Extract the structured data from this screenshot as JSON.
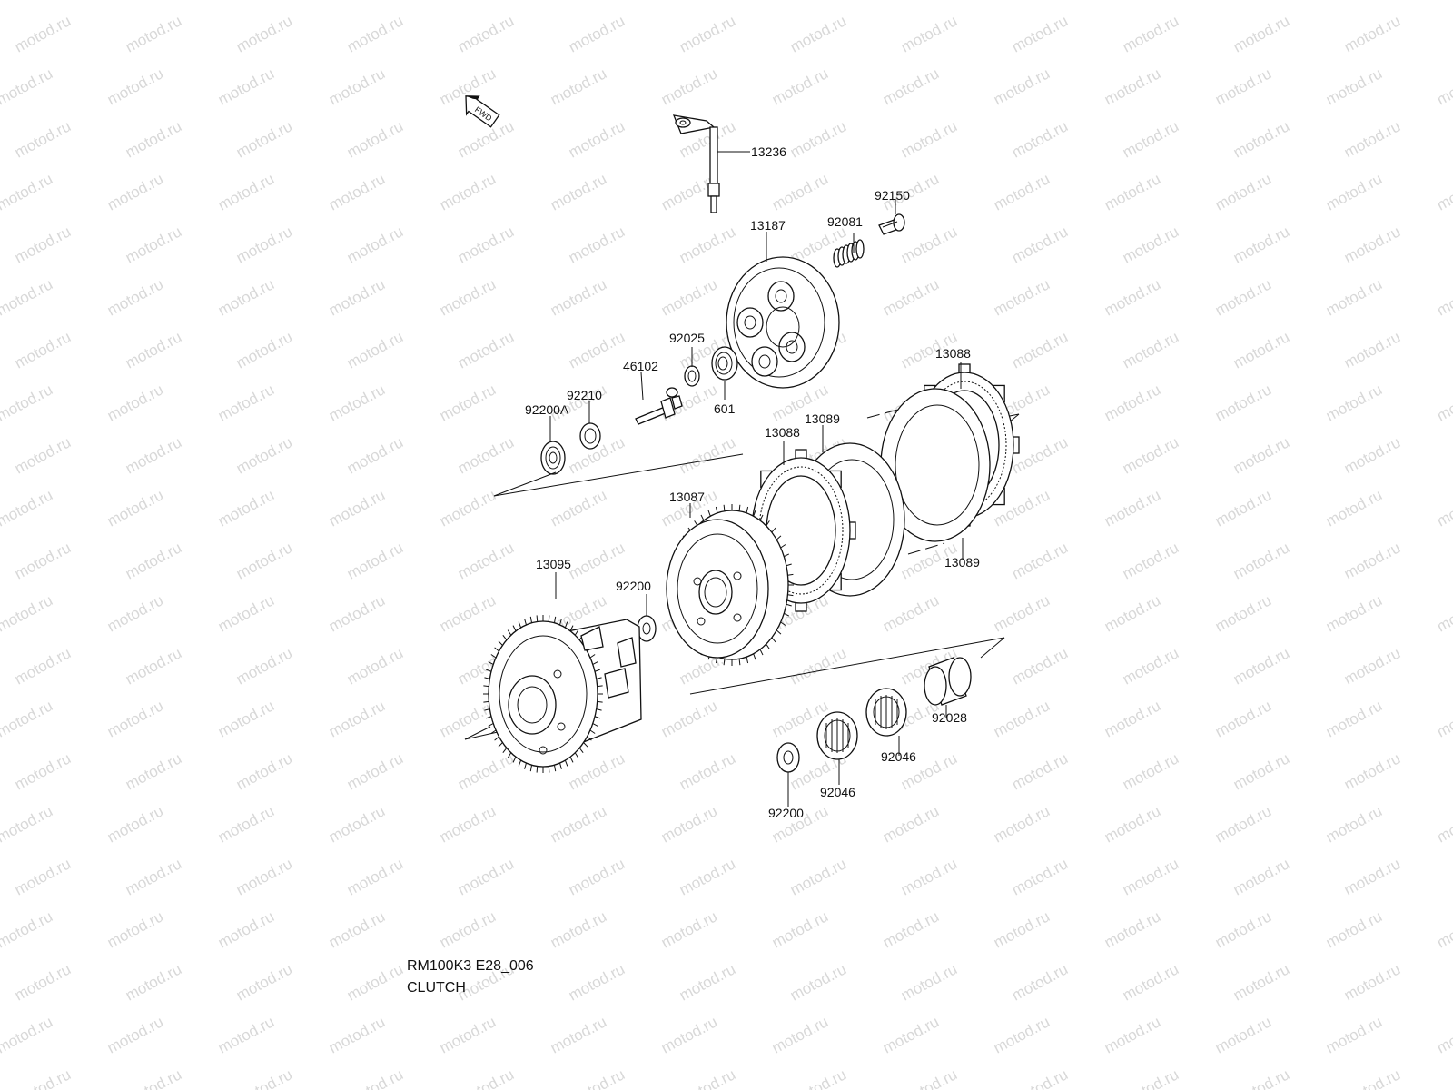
{
  "watermark_text": "motod.ru",
  "fwd_label": "FWD",
  "parts": [
    {
      "id": "p13236",
      "number": "13236"
    },
    {
      "id": "p92150",
      "number": "92150"
    },
    {
      "id": "p13187",
      "number": "13187"
    },
    {
      "id": "p92081",
      "number": "92081"
    },
    {
      "id": "p92025",
      "number": "92025"
    },
    {
      "id": "p46102",
      "number": "46102"
    },
    {
      "id": "p92210",
      "number": "92210"
    },
    {
      "id": "p92200A",
      "number": "92200A"
    },
    {
      "id": "p601",
      "number": "601"
    },
    {
      "id": "p13088a",
      "number": "13088"
    },
    {
      "id": "p13089a",
      "number": "13089"
    },
    {
      "id": "p13088b",
      "number": "13088"
    },
    {
      "id": "p13089b",
      "number": "13089"
    },
    {
      "id": "p13087",
      "number": "13087"
    },
    {
      "id": "p13095",
      "number": "13095"
    },
    {
      "id": "p92200a",
      "number": "92200"
    },
    {
      "id": "p92028",
      "number": "92028"
    },
    {
      "id": "p92046a",
      "number": "92046"
    },
    {
      "id": "p92046b",
      "number": "92046"
    },
    {
      "id": "p92200b",
      "number": "92200"
    }
  ],
  "footer": {
    "code": "RM100K3 E28_006",
    "title": "CLUTCH"
  },
  "colors": {
    "line": "#111111",
    "watermark": "#d8d8d8"
  }
}
